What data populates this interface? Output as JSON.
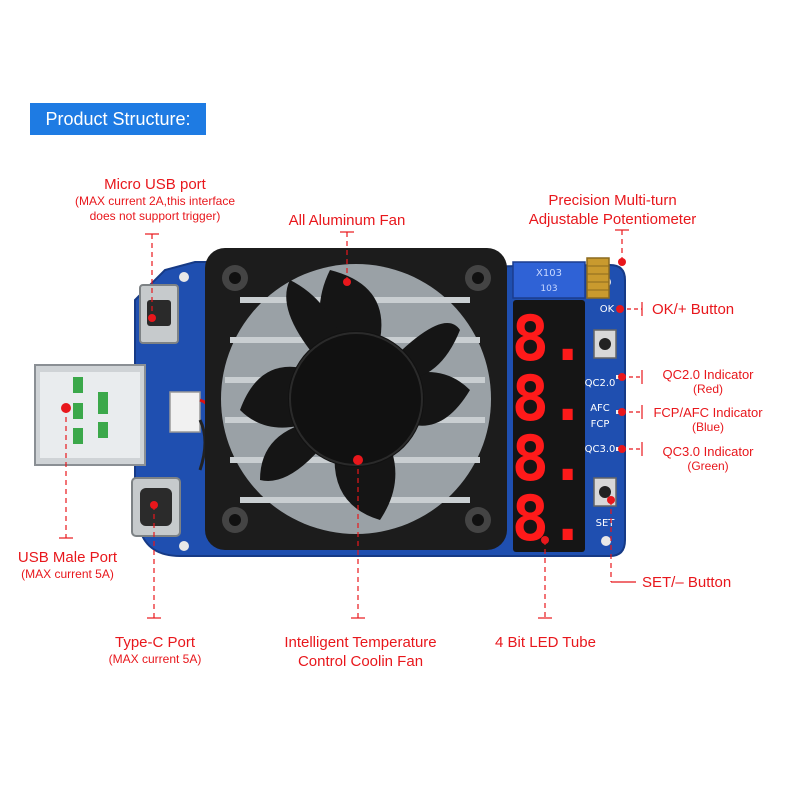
{
  "header": {
    "title": "Product Structure:"
  },
  "labels": {
    "micro_usb": {
      "title": "Micro USB port",
      "sub1": "(MAX current 2A,this interface",
      "sub2": "does not support trigger)"
    },
    "fan_top": {
      "title": "All Aluminum Fan"
    },
    "potentiometer": {
      "line1": "Precision Multi-turn",
      "line2": "Adjustable Potentiometer"
    },
    "ok_button": {
      "title": "OK/+ Button"
    },
    "qc2": {
      "title": "QC2.0 Indicator",
      "sub": "(Red)"
    },
    "fcp": {
      "title": "FCP/AFC Indicator",
      "sub": "(Blue)"
    },
    "qc3": {
      "title": "QC3.0 Indicator",
      "sub": "(Green)"
    },
    "set_button": {
      "title": "SET/– Button"
    },
    "usb_male": {
      "title": "USB Male Port",
      "sub": "(MAX current 5A)"
    },
    "type_c": {
      "title": "Type-C Port",
      "sub": "(MAX current 5A)"
    },
    "fan_bottom": {
      "line1": "Intelligent Temperature",
      "line2": "Control Coolin Fan"
    },
    "led_tube": {
      "title": "4 Bit LED Tube"
    }
  },
  "board": {
    "silk_qc2": "QC2.0",
    "silk_fcp": "FCP",
    "silk_afc": "AFC",
    "silk_qc3": "QC3.0",
    "silk_set": "SET",
    "silk_ok": "OK",
    "pot_text": "X103",
    "pot_text2": "103",
    "led_digits": [
      "8.",
      "8.",
      "8.",
      "8."
    ]
  },
  "colors": {
    "accent": "#e8171c",
    "header_bg": "#1e7be3",
    "pcb": "#1f4fb0",
    "fan": "#1c1c1c",
    "led": "#ff1a1a"
  },
  "icons": [
    "usb-male-connector-icon",
    "micro-usb-port-icon",
    "type-c-port-icon",
    "cooling-fan-icon",
    "potentiometer-icon",
    "led-display-icon",
    "push-button-icon"
  ]
}
